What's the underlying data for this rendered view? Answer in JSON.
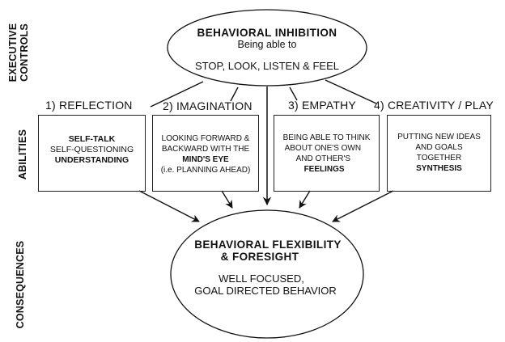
{
  "side_labels": {
    "executive_controls": [
      "EXECUTIVE",
      "CONTROLS"
    ],
    "abilities": "ABILITIES",
    "consequences": "CONSEQUENCES"
  },
  "top_node": {
    "title": "BEHAVIORAL INHIBITION",
    "line2": "Being able to",
    "line3": "STOP, LOOK, LISTEN & FEEL"
  },
  "abilities": [
    {
      "heading": "1) REFLECTION",
      "lines": [
        {
          "text": "SELF-TALK",
          "bold": true
        },
        {
          "text": "SELF-QUESTIONING",
          "bold": false
        },
        {
          "text": "UNDERSTANDING",
          "bold": true
        }
      ]
    },
    {
      "heading": "2) IMAGINATION",
      "lines": [
        {
          "text": "LOOKING FORWARD &",
          "bold": false
        },
        {
          "text": "BACKWARD WITH THE",
          "bold": false
        },
        {
          "text": "MIND'S EYE",
          "bold": true
        },
        {
          "text": "(i.e. PLANNING AHEAD)",
          "bold": false
        }
      ]
    },
    {
      "heading": "3)  EMPATHY",
      "lines": [
        {
          "text": "BEING ABLE TO THINK",
          "bold": false
        },
        {
          "text": "ABOUT ONE'S OWN",
          "bold": false
        },
        {
          "text": "AND OTHER'S",
          "bold": false
        },
        {
          "text": "FEELINGS",
          "bold": true
        }
      ]
    },
    {
      "heading": "4) CREATIVITY / PLAY",
      "lines": [
        {
          "text": "PUTTING NEW IDEAS",
          "bold": false
        },
        {
          "text": "AND GOALS",
          "bold": false
        },
        {
          "text": "TOGETHER",
          "bold": false
        },
        {
          "text": "SYNTHESIS",
          "bold": true
        }
      ]
    }
  ],
  "bottom_node": {
    "title_line1": "BEHAVIORAL FLEXIBILITY",
    "title_line2": "& FORESIGHT",
    "text_line1": "WELL FOCUSED,",
    "text_line2": "GOAL DIRECTED BEHAVIOR"
  },
  "colors": {
    "ink": "#111111",
    "background": "#ffffff"
  }
}
